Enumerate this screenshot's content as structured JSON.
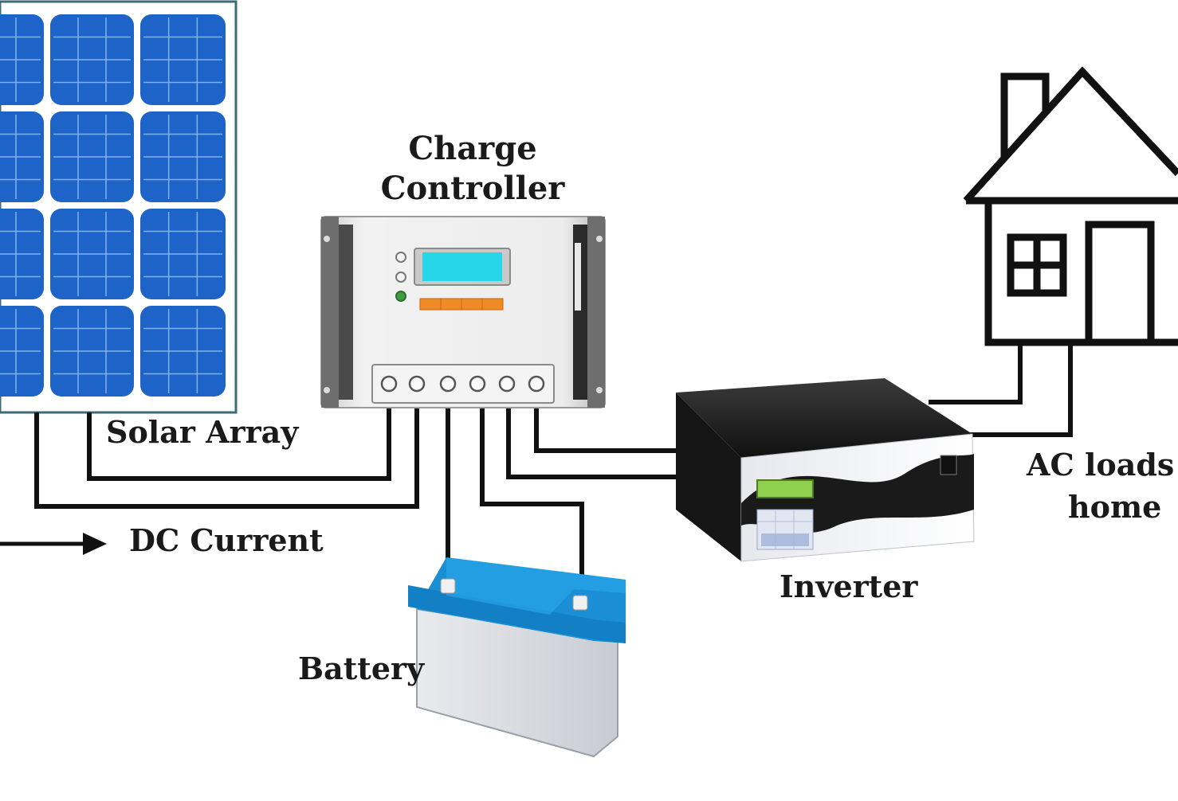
{
  "labels": {
    "charge_controller_line1": "Charge",
    "charge_controller_line2": "Controller",
    "solar_array": "Solar Array",
    "dc_current": "DC Current",
    "battery": "Battery",
    "inverter": "Inverter",
    "ac_loads_line1": "AC loads in",
    "ac_loads_line2": "home"
  },
  "colors": {
    "panel_cell": "#1e64c8",
    "panel_frame": "#3d6b7a",
    "wire": "#111111",
    "battery_lid": "#1a8fd6",
    "controller_screen": "#27d6e8",
    "controller_buttons": "#f08a24",
    "inverter_body": "#1c1c1c",
    "inverter_screen": "#8fd14f"
  },
  "icons": {
    "solar_panel": "solar-panel-icon",
    "controller": "charge-controller-icon",
    "battery": "battery-icon",
    "inverter": "inverter-icon",
    "house": "house-icon",
    "arrow": "arrow-right-icon"
  }
}
